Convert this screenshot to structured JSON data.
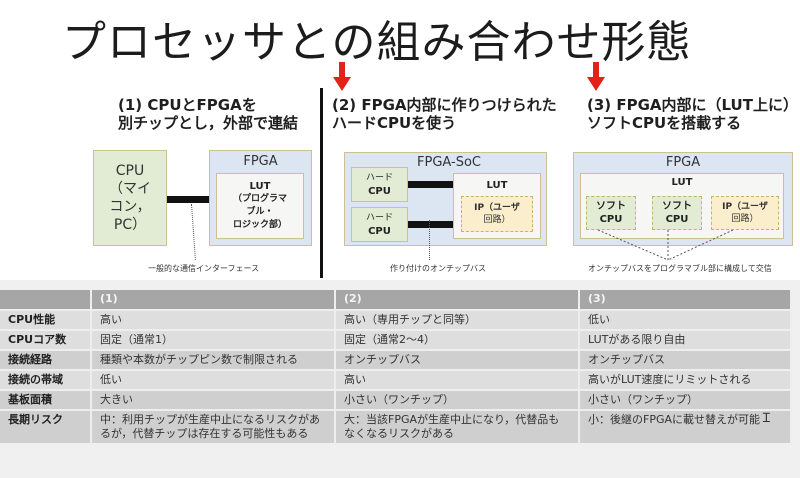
{
  "slide": {
    "title": "プロセッサとの組み合わせ形態"
  },
  "sections": [
    {
      "heading_line1": "(1) CPUとFPGAを",
      "heading_line2": "別チップとし，外部で連結",
      "cpu_box": [
        "CPU",
        "（マイ",
        "コン，",
        "PC）"
      ],
      "fpga_label": "FPGA",
      "lut_label": "LUT",
      "lut_sub": [
        "（プログラマ",
        "ブル・",
        "ロジック部）"
      ],
      "caption": "一般的な通信インターフェース"
    },
    {
      "heading_line1": "(2) FPGA内部に作りつけられた",
      "heading_line2": "ハードCPUを使う",
      "soc_label": "FPGA-SoC",
      "hard_cpu": [
        "ハード",
        "CPU"
      ],
      "lut_label": "LUT",
      "ip_label": [
        "IP（ユーザ",
        "回路）"
      ],
      "caption": "作り付けのオンチップバス"
    },
    {
      "heading_line1": "(3) FPGA内部に（LUT上に）",
      "heading_line2": "ソフトCPUを搭載する",
      "fpga_label": "FPGA",
      "lut_label": "LUT",
      "soft_cpu": [
        "ソフト",
        "CPU"
      ],
      "ip_label": [
        "IP（ユーザ",
        "回路）"
      ],
      "caption": "オンチップバスをプログラマブル部に構成して交信"
    }
  ],
  "table": {
    "headers": [
      "",
      "(1)",
      "(2)",
      "(3)"
    ],
    "rows": [
      {
        "label": "CPU性能",
        "c1": "高い",
        "c2": "高い（専用チップと同等）",
        "c3": "低い"
      },
      {
        "label": "CPUコア数",
        "c1": "固定（通常1）",
        "c2": "固定（通常2～4）",
        "c3": "LUTがある限り自由"
      },
      {
        "label": "接続経路",
        "c1": "種類や本数がチップピン数で制限される",
        "c2": "オンチップバス",
        "c3": "オンチップバス"
      },
      {
        "label": "接続の帯域",
        "c1": "低い",
        "c2": "高い",
        "c3": "高いがLUT速度にリミットされる"
      },
      {
        "label": "基板面積",
        "c1": "大きい",
        "c2": "小さい（ワンチップ）",
        "c3": "小さい（ワンチップ）"
      },
      {
        "label": "長期リスク",
        "c1": "中：利用チップが生産中止になるリスクがあるが，代替チップは存在する可能性もある",
        "c2": "大：当該FPGAが生産中止になり，代替品もなくなるリスクがある",
        "c3": "小：後継のFPGAに載せ替えが可能"
      }
    ]
  },
  "colors": {
    "arrow": "#e2231a",
    "cpu_green": "#e2ebd3",
    "fpga_blue": "#dbe6f2",
    "ip_yellow": "#fbeecd",
    "table_header": "#a6a6a6"
  }
}
